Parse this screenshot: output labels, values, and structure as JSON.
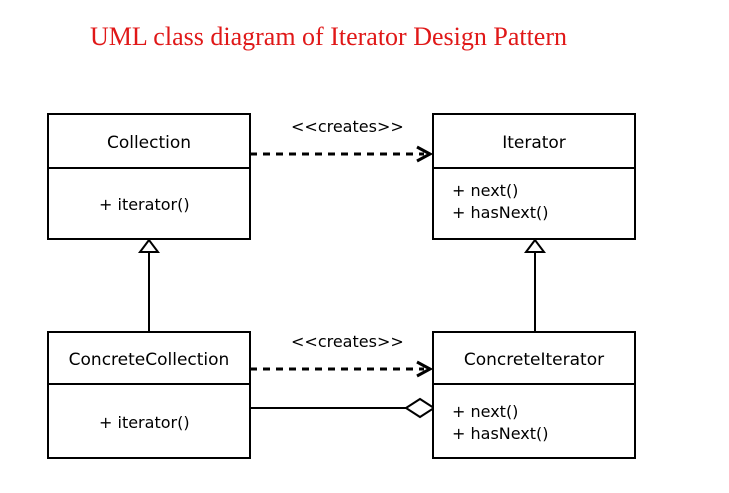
{
  "title": "UML class diagram of Iterator Design Pattern",
  "classes": {
    "collection": {
      "name": "Collection",
      "methods": [
        "+ iterator()"
      ]
    },
    "iterator": {
      "name": "Iterator",
      "methods": [
        "+ next()",
        "+ hasNext()"
      ]
    },
    "concrete_collection": {
      "name": "ConcreteCollection",
      "methods": [
        "+ iterator()"
      ]
    },
    "concrete_iterator": {
      "name": "ConcreteIterator",
      "methods": [
        "+ next()",
        "+ hasNext()"
      ]
    }
  },
  "relations": {
    "creates_top": "<<creates>>",
    "creates_bottom": "<<creates>>"
  }
}
